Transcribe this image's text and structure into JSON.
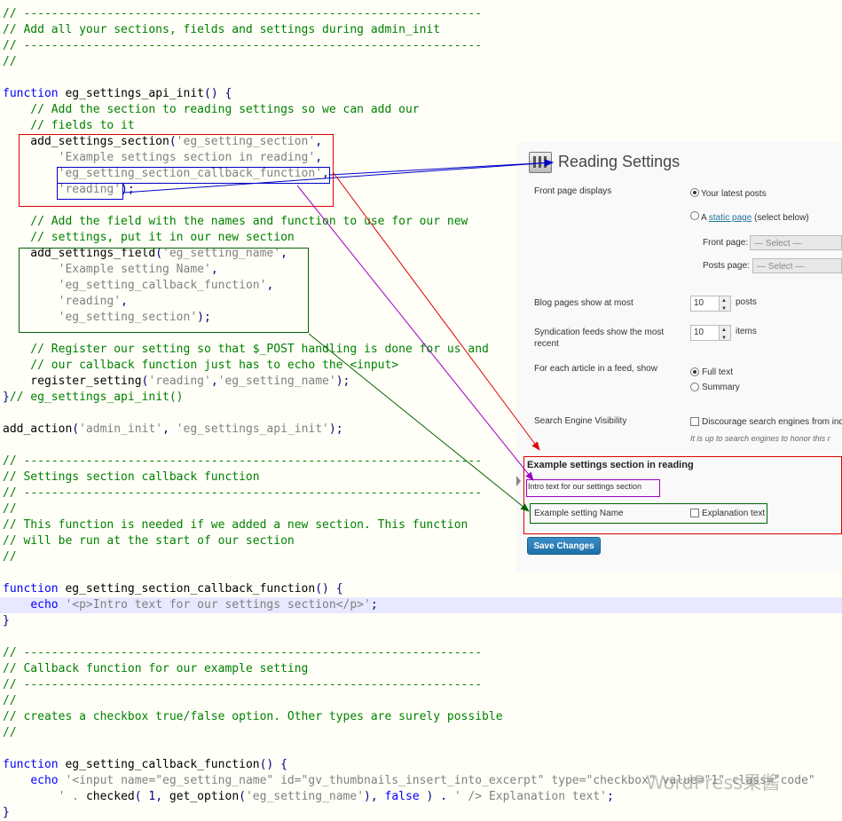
{
  "code": {
    "lines": [
      {
        "parts": [
          {
            "t": "// ------------------------------------------------------------------",
            "c": "c-com"
          }
        ]
      },
      {
        "parts": [
          {
            "t": "// Add all your sections, fields and settings during admin_init",
            "c": "c-com"
          }
        ]
      },
      {
        "parts": [
          {
            "t": "// ------------------------------------------------------------------",
            "c": "c-com"
          }
        ]
      },
      {
        "parts": [
          {
            "t": "//",
            "c": "c-com"
          }
        ]
      },
      {
        "parts": [
          {
            "t": "",
            "c": "c-fn"
          }
        ]
      },
      {
        "parts": [
          {
            "t": "function",
            "c": "c-kw"
          },
          {
            "t": " eg_settings_api_init",
            "c": "c-fn"
          },
          {
            "t": "() {",
            "c": "c-op"
          }
        ]
      },
      {
        "parts": [
          {
            "t": "    // Add the section to reading settings so we can add our",
            "c": "c-com"
          }
        ]
      },
      {
        "parts": [
          {
            "t": "    // fields to it",
            "c": "c-com"
          }
        ]
      },
      {
        "parts": [
          {
            "t": "    add_settings_section",
            "c": "c-fn"
          },
          {
            "t": "(",
            "c": "c-op"
          },
          {
            "t": "'eg_setting_section'",
            "c": "c-str"
          },
          {
            "t": ",",
            "c": "c-op"
          }
        ]
      },
      {
        "parts": [
          {
            "t": "        ",
            "c": "c-fn"
          },
          {
            "t": "'Example settings section in reading'",
            "c": "c-str"
          },
          {
            "t": ",",
            "c": "c-op"
          }
        ]
      },
      {
        "parts": [
          {
            "t": "        ",
            "c": "c-fn"
          },
          {
            "t": "'eg_setting_section_callback_function'",
            "c": "c-str"
          },
          {
            "t": ",",
            "c": "c-op"
          }
        ]
      },
      {
        "parts": [
          {
            "t": "        ",
            "c": "c-fn"
          },
          {
            "t": "'reading'",
            "c": "c-str"
          },
          {
            "t": ");",
            "c": "c-op"
          }
        ]
      },
      {
        "parts": [
          {
            "t": "",
            "c": "c-fn"
          }
        ]
      },
      {
        "parts": [
          {
            "t": "    // Add the field with the names and function to use for our new",
            "c": "c-com"
          }
        ]
      },
      {
        "parts": [
          {
            "t": "    // settings, put it in our new section",
            "c": "c-com"
          }
        ]
      },
      {
        "parts": [
          {
            "t": "    add_settings_field",
            "c": "c-fn"
          },
          {
            "t": "(",
            "c": "c-op"
          },
          {
            "t": "'eg_setting_name'",
            "c": "c-str"
          },
          {
            "t": ",",
            "c": "c-op"
          }
        ]
      },
      {
        "parts": [
          {
            "t": "        ",
            "c": "c-fn"
          },
          {
            "t": "'Example setting Name'",
            "c": "c-str"
          },
          {
            "t": ",",
            "c": "c-op"
          }
        ]
      },
      {
        "parts": [
          {
            "t": "        ",
            "c": "c-fn"
          },
          {
            "t": "'eg_setting_callback_function'",
            "c": "c-str"
          },
          {
            "t": ",",
            "c": "c-op"
          }
        ]
      },
      {
        "parts": [
          {
            "t": "        ",
            "c": "c-fn"
          },
          {
            "t": "'reading'",
            "c": "c-str"
          },
          {
            "t": ",",
            "c": "c-op"
          }
        ]
      },
      {
        "parts": [
          {
            "t": "        ",
            "c": "c-fn"
          },
          {
            "t": "'eg_setting_section'",
            "c": "c-str"
          },
          {
            "t": ");",
            "c": "c-op"
          }
        ]
      },
      {
        "parts": [
          {
            "t": "",
            "c": "c-fn"
          }
        ]
      },
      {
        "parts": [
          {
            "t": "    // Register our setting so that $_POST handling is done for us and",
            "c": "c-com"
          }
        ]
      },
      {
        "parts": [
          {
            "t": "    // our callback function just has to echo the <input>",
            "c": "c-com"
          }
        ]
      },
      {
        "parts": [
          {
            "t": "    register_setting",
            "c": "c-fn"
          },
          {
            "t": "(",
            "c": "c-op"
          },
          {
            "t": "'reading'",
            "c": "c-str"
          },
          {
            "t": ",",
            "c": "c-op"
          },
          {
            "t": "'eg_setting_name'",
            "c": "c-str"
          },
          {
            "t": ");",
            "c": "c-op"
          }
        ]
      },
      {
        "parts": [
          {
            "t": "}",
            "c": "c-op"
          },
          {
            "t": "// eg_settings_api_init()",
            "c": "c-com"
          }
        ]
      },
      {
        "parts": [
          {
            "t": "",
            "c": "c-fn"
          }
        ]
      },
      {
        "parts": [
          {
            "t": "add_action",
            "c": "c-fn"
          },
          {
            "t": "(",
            "c": "c-op"
          },
          {
            "t": "'admin_init'",
            "c": "c-str"
          },
          {
            "t": ", ",
            "c": "c-op"
          },
          {
            "t": "'eg_settings_api_init'",
            "c": "c-str"
          },
          {
            "t": ");",
            "c": "c-op"
          }
        ]
      },
      {
        "parts": [
          {
            "t": "",
            "c": "c-fn"
          }
        ]
      },
      {
        "parts": [
          {
            "t": "// ------------------------------------------------------------------",
            "c": "c-com"
          }
        ]
      },
      {
        "parts": [
          {
            "t": "// Settings section callback function",
            "c": "c-com"
          }
        ]
      },
      {
        "parts": [
          {
            "t": "// ------------------------------------------------------------------",
            "c": "c-com"
          }
        ]
      },
      {
        "parts": [
          {
            "t": "//",
            "c": "c-com"
          }
        ]
      },
      {
        "parts": [
          {
            "t": "// This function is needed if we added a new section. This function",
            "c": "c-com"
          }
        ]
      },
      {
        "parts": [
          {
            "t": "// will be run at the start of our section",
            "c": "c-com"
          }
        ]
      },
      {
        "parts": [
          {
            "t": "//",
            "c": "c-com"
          }
        ]
      },
      {
        "parts": [
          {
            "t": "",
            "c": "c-fn"
          }
        ]
      },
      {
        "parts": [
          {
            "t": "function",
            "c": "c-kw"
          },
          {
            "t": " eg_setting_section_callback_function",
            "c": "c-fn"
          },
          {
            "t": "() {",
            "c": "c-op"
          }
        ]
      },
      {
        "parts": [
          {
            "t": "    ",
            "c": "c-fn"
          },
          {
            "t": "echo",
            "c": "c-kw"
          },
          {
            "t": " ",
            "c": "c-fn"
          },
          {
            "t": "'<p>Intro text for our settings section</p>'",
            "c": "c-str"
          },
          {
            "t": ";",
            "c": "c-op"
          }
        ]
      },
      {
        "parts": [
          {
            "t": "}",
            "c": "c-op"
          }
        ]
      },
      {
        "parts": [
          {
            "t": "",
            "c": "c-fn"
          }
        ]
      },
      {
        "parts": [
          {
            "t": "// ------------------------------------------------------------------",
            "c": "c-com"
          }
        ]
      },
      {
        "parts": [
          {
            "t": "// Callback function for our example setting",
            "c": "c-com"
          }
        ]
      },
      {
        "parts": [
          {
            "t": "// ------------------------------------------------------------------",
            "c": "c-com"
          }
        ]
      },
      {
        "parts": [
          {
            "t": "//",
            "c": "c-com"
          }
        ]
      },
      {
        "parts": [
          {
            "t": "// creates a checkbox true/false option. Other types are surely possible",
            "c": "c-com"
          }
        ]
      },
      {
        "parts": [
          {
            "t": "//",
            "c": "c-com"
          }
        ]
      },
      {
        "parts": [
          {
            "t": "",
            "c": "c-fn"
          }
        ]
      },
      {
        "parts": [
          {
            "t": "function",
            "c": "c-kw"
          },
          {
            "t": " eg_setting_callback_function",
            "c": "c-fn"
          },
          {
            "t": "() {",
            "c": "c-op"
          }
        ]
      },
      {
        "parts": [
          {
            "t": "    ",
            "c": "c-fn"
          },
          {
            "t": "echo",
            "c": "c-kw"
          },
          {
            "t": " ",
            "c": "c-fn"
          },
          {
            "t": "'<input name=\"eg_setting_name\" id=\"gv_thumbnails_insert_into_excerpt\" type=\"checkbox\" value=\"1\" class=\"code\"",
            "c": "c-str"
          }
        ]
      },
      {
        "parts": [
          {
            "t": "        ",
            "c": "c-fn"
          },
          {
            "t": "' . ",
            "c": "c-str"
          },
          {
            "t": "checked",
            "c": "c-fn"
          },
          {
            "t": "( 1, ",
            "c": "c-op"
          },
          {
            "t": "get_option",
            "c": "c-fn"
          },
          {
            "t": "(",
            "c": "c-op"
          },
          {
            "t": "'eg_setting_name'",
            "c": "c-str"
          },
          {
            "t": "), ",
            "c": "c-op"
          },
          {
            "t": "false",
            "c": "c-kw"
          },
          {
            "t": " ) . ",
            "c": "c-op"
          },
          {
            "t": "' /> Explanation text'",
            "c": "c-str"
          },
          {
            "t": ";",
            "c": "c-op"
          }
        ]
      },
      {
        "parts": [
          {
            "t": "}",
            "c": "c-op"
          }
        ]
      }
    ]
  },
  "reading_panel": {
    "title": "Reading Settings",
    "front_page_label": "Front page displays",
    "opt_latest_posts": "Your latest posts",
    "opt_static_prefix": "A ",
    "opt_static_link": "static page",
    "opt_static_suffix": " (select below)",
    "front_page_select_label": "Front page:",
    "posts_page_select_label": "Posts page:",
    "select_placeholder": "— Select —",
    "blog_pages_label": "Blog pages show at most",
    "blog_pages_value": "10",
    "blog_pages_unit": "posts",
    "syndication_label": "Syndication feeds show the most recent",
    "syndication_value": "10",
    "syndication_unit": "items",
    "feed_article_label": "For each article in a feed, show",
    "opt_full_text": "Full text",
    "opt_summary": "Summary",
    "search_vis_label": "Search Engine Visibility",
    "search_vis_checkbox": "Discourage search engines from ind",
    "search_vis_hint": "It is up to search engines to honor this r",
    "example_section_title": "Example settings section in reading",
    "intro_text": "Intro text for our settings section",
    "example_setting_name": "Example setting Name",
    "explanation_text": "Explanation text",
    "save_button": "Save Changes"
  },
  "watermark": "WordPress果酱",
  "colors": {
    "red": "#e00000",
    "blue": "#0000cc",
    "purple": "#9a00c8",
    "green": "#006400",
    "code_bg": "#fffff7",
    "line_highlight": "#e8e8ff"
  }
}
